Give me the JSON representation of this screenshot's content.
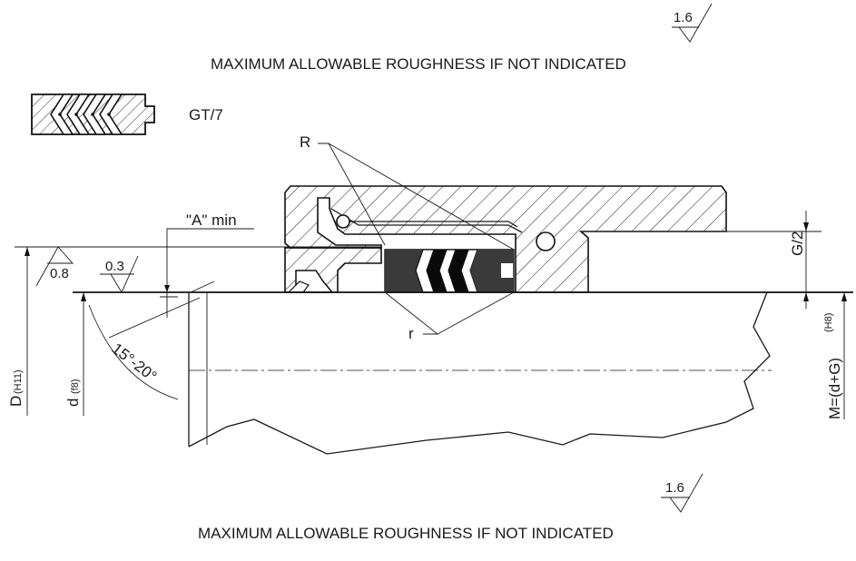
{
  "notes": {
    "top_roughness_value": "1.6",
    "top_roughness_text": "MAXIMUM ALLOWABLE ROUGHNESS IF NOT INDICATED",
    "bottom_roughness_value": "1.6",
    "bottom_roughness_text": "MAXIMUM ALLOWABLE ROUGHNESS IF NOT INDICATED"
  },
  "profile": {
    "code": "GT/7"
  },
  "labels": {
    "R": "R",
    "r": "r",
    "A_min": "\"A\" min",
    "G_half": "G/2",
    "roughness_08": "0.8",
    "roughness_03": "0.3",
    "angle": "15°-20°",
    "D_main": "D",
    "D_tol": "(H11)",
    "d_main": "d",
    "d_tol": "(f8)",
    "M_main": "M=(d+G)",
    "M_tol": "(H8)"
  },
  "colors": {
    "seal_dark": "#3a3a3a",
    "seal_black": "#0a0a0a",
    "line": "#1a1a1a"
  }
}
